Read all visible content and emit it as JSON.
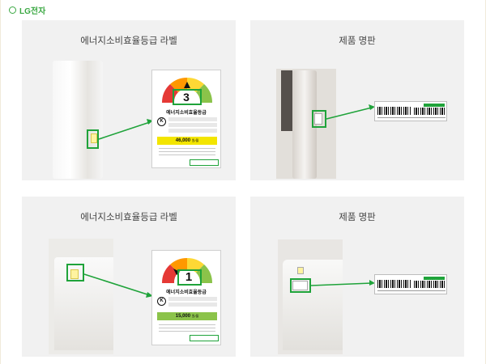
{
  "header": {
    "title": "LG전자",
    "icon": "circle-icon"
  },
  "cards": [
    {
      "title": "에너지소비효율등급 라벨"
    },
    {
      "title": "제품 명판"
    },
    {
      "title": "에너지소비효율등급 라벨"
    },
    {
      "title": "제품 명판"
    }
  ],
  "labels": [
    {
      "grade": "3",
      "title": "에너지소비효율등급",
      "cost": "46,000",
      "cost_unit": "원/월",
      "kc": "K"
    },
    {
      "grade": "1",
      "title": "에너지소비효율등급",
      "cost": "15,000",
      "cost_unit": "원/월",
      "kc": "K"
    }
  ],
  "colors": {
    "accent": "#1fa33a",
    "brand": "#3aa842",
    "card_bg": "#f1f1f1"
  }
}
